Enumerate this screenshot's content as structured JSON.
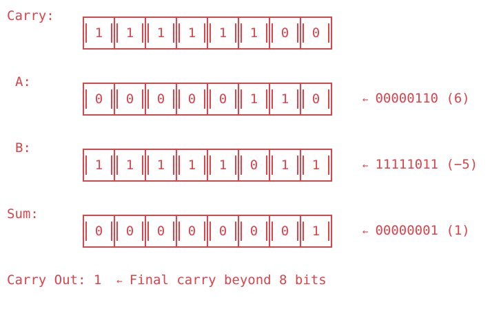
{
  "rows": [
    {
      "label": "Carry:",
      "bits": [
        "1",
        "1",
        "1",
        "1",
        "1",
        "1",
        "0",
        "0"
      ],
      "note": ""
    },
    {
      "label": "A:",
      "bits": [
        "0",
        "0",
        "0",
        "0",
        "0",
        "1",
        "1",
        "0"
      ],
      "note": "00000110 (6)"
    },
    {
      "label": "B:",
      "bits": [
        "1",
        "1",
        "1",
        "1",
        "1",
        "0",
        "1",
        "1"
      ],
      "note": "11111011 (−5)"
    },
    {
      "label": "Sum:",
      "bits": [
        "0",
        "0",
        "0",
        "0",
        "0",
        "0",
        "0",
        "1"
      ],
      "note": "00000001 (1)"
    }
  ],
  "arrow_glyph": "←",
  "carry_out": {
    "text": "Carry Out: 1",
    "note": "Final carry beyond 8 bits"
  },
  "colors": {
    "accent": "#d9434a",
    "background": "#ffffff"
  }
}
